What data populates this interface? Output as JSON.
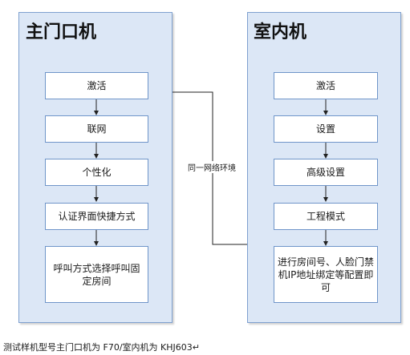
{
  "left_panel": {
    "title": "主门口机",
    "steps": [
      "激活",
      "联网",
      "个性化",
      "认证界面快捷方式",
      "呼叫方式选择呼叫固定房间"
    ]
  },
  "right_panel": {
    "title": "室内机",
    "steps": [
      "激活",
      "设置",
      "高级设置",
      "工程模式",
      "进行房间号、人脸门禁机IP地址绑定等配置即可"
    ]
  },
  "connector": {
    "label": "同一网络环境"
  },
  "caption": "测试样机型号主门口机为 F70/室内机为 KHJ603↵"
}
